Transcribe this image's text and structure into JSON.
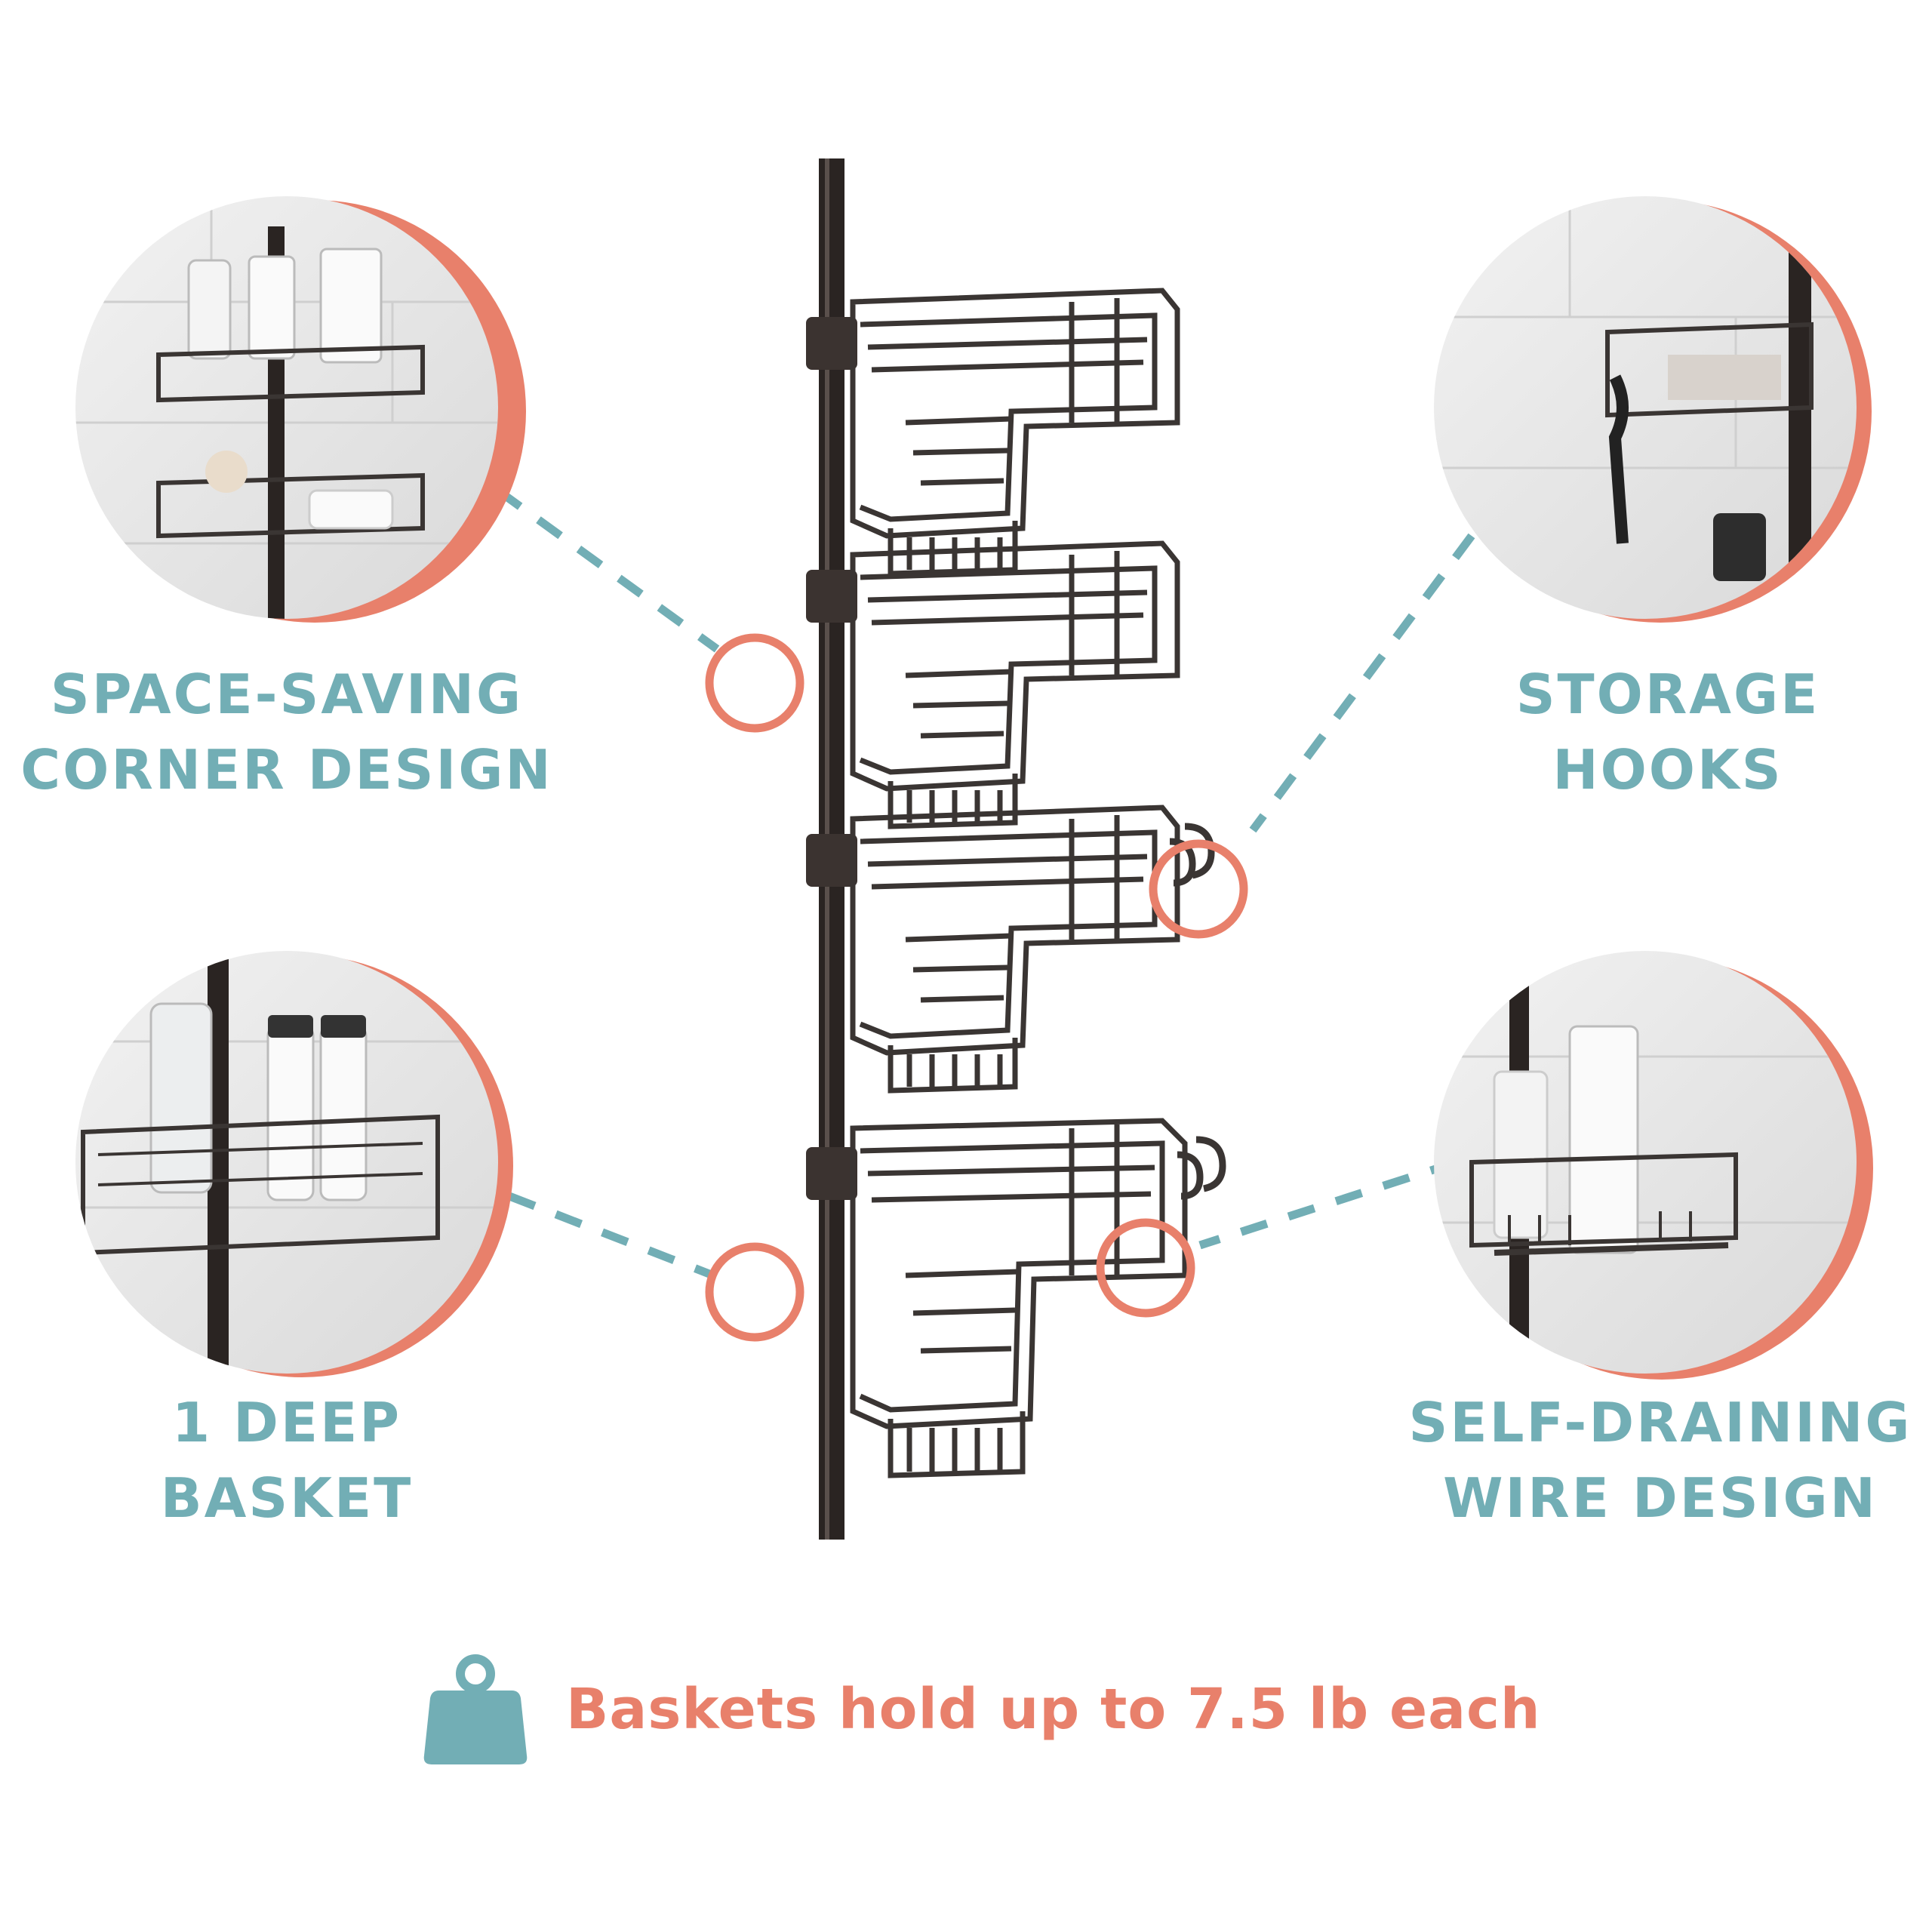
{
  "features": {
    "space_saving": {
      "line1": "SPACE-SAVING",
      "line2": "CORNER DESIGN"
    },
    "storage_hooks": {
      "line1": "STORAGE",
      "line2": "HOOKS"
    },
    "deep_basket": {
      "line1": "1 DEEP",
      "line2": "BASKET"
    },
    "self_draining": {
      "line1": "SELF-DRAINING",
      "line2": "WIRE DESIGN"
    }
  },
  "capacity": {
    "text": "Baskets hold up to 7.5 lb each",
    "icon": "weight-icon"
  },
  "colors": {
    "label_teal": "#72aeb5",
    "accent_coral": "#e8806b",
    "pole": "#2a2422",
    "wire": "#3a3533"
  }
}
